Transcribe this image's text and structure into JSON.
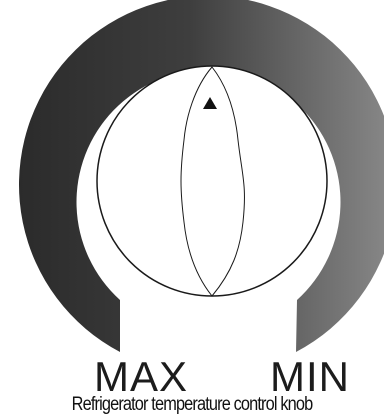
{
  "dial": {
    "max_label": "MAX",
    "min_label": "MIN"
  },
  "caption": "Refrigerator temperature control knob",
  "icons": {
    "pointer": "triangle-pointer-icon",
    "arc": "temperature-gradient-arc"
  },
  "colors": {
    "arc_dark": "#2e2e2e",
    "arc_light": "#808080",
    "outline": "#1a1a1a",
    "background": "#ffffff"
  }
}
